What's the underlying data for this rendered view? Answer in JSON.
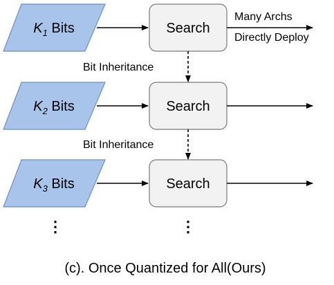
{
  "rows": [
    {
      "k_symbol": "K",
      "k_sub": "1",
      "bits_label": "Bits",
      "search_label": "Search"
    },
    {
      "k_symbol": "K",
      "k_sub": "2",
      "bits_label": "Bits",
      "search_label": "Search"
    },
    {
      "k_symbol": "K",
      "k_sub": "3",
      "bits_label": "Bits",
      "search_label": "Search"
    }
  ],
  "inheritance_label": "Bit Inheritance",
  "output_note": {
    "line1": "Many Archs",
    "line2": "Directly Deploy"
  },
  "ellipsis": "⋮",
  "caption": "(c). Once Quantized for All(Ours)"
}
